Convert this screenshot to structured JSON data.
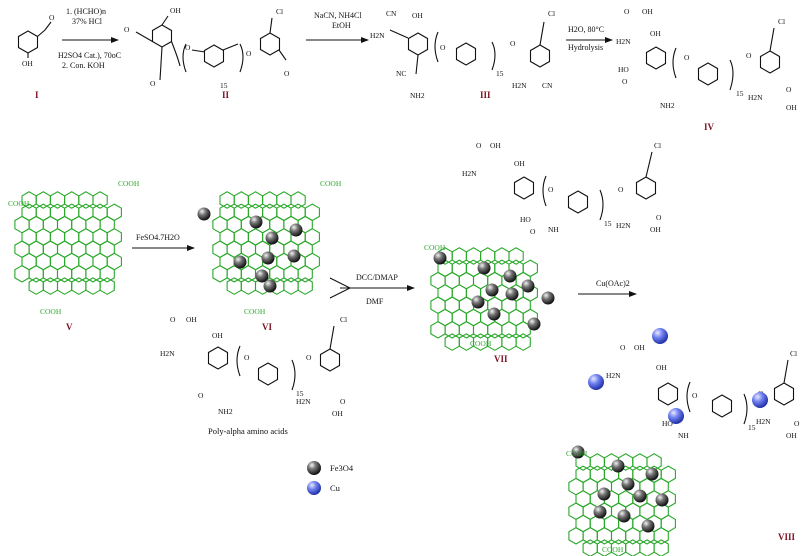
{
  "compounds": {
    "I": "I",
    "II": "II",
    "III": "III",
    "IV": "IV",
    "V": "V",
    "VI": "VI",
    "VII": "VII",
    "VIII": "VIII"
  },
  "step1": {
    "line1": "1. (HCHO)n",
    "line2": "37% HCl",
    "line3": "H2SO4 Cat.), 70oC",
    "line4": "2. Con. KOH"
  },
  "step2": {
    "line1": "NaCN, NH4Cl",
    "line2": "EtOH"
  },
  "step3": {
    "line1": "H2O, 80°C",
    "line2": "Hydrolysis"
  },
  "step4": {
    "line1": "FeSO4.7H2O"
  },
  "step5": {
    "line1": "DCC/DMAP",
    "line2": "DMF"
  },
  "step6": {
    "line1": "Cu(OAc)2"
  },
  "polymer_caption": "Poly-alpha amino acids",
  "subscript_n": "15",
  "legend": {
    "fe": "Fe3O4",
    "cu": "Cu"
  },
  "atoms": {
    "oh": "OH",
    "o": "O",
    "cl": "Cl",
    "nh2": "NH2",
    "h2n": "H2N",
    "cn": "CN",
    "nc": "NC",
    "nh": "NH",
    "ho": "HO",
    "cooh": "COOH"
  },
  "colors": {
    "graphene": "#2aa82a",
    "label": "#7a1020",
    "fe": "#333333",
    "cu": "#3c4fd8"
  }
}
